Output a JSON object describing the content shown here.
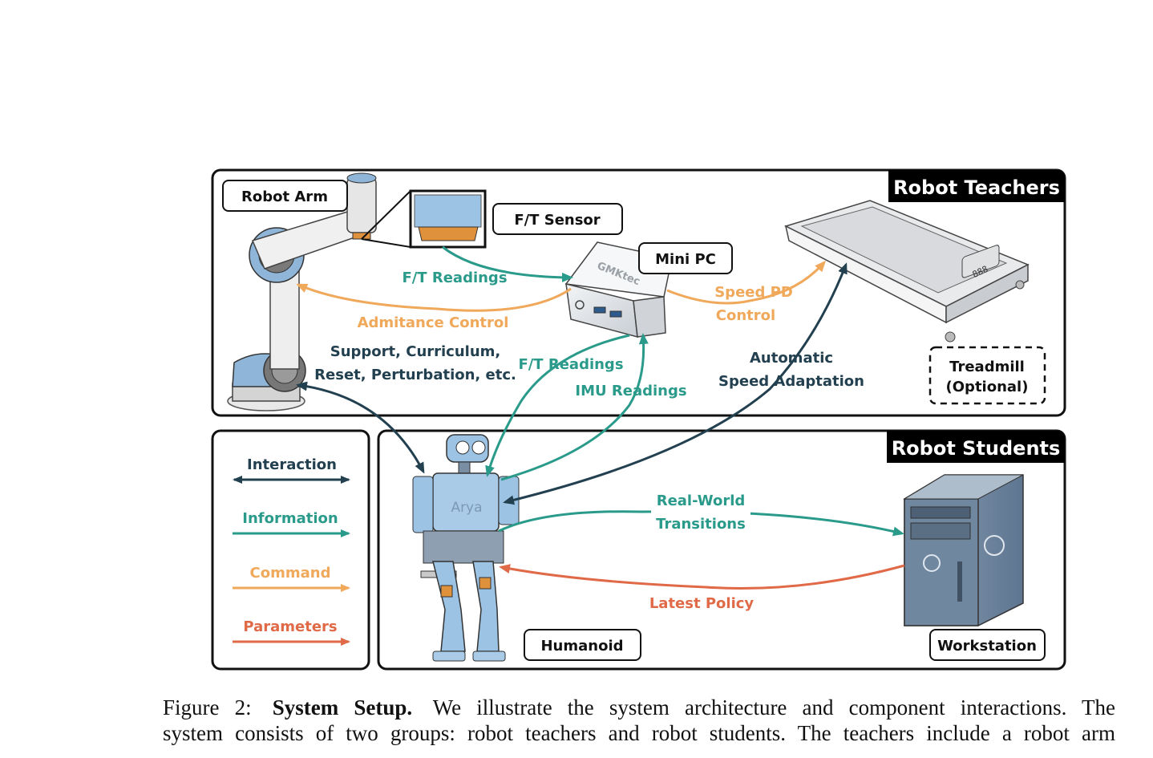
{
  "groups": {
    "teachers_title": "Robot Teachers",
    "students_title": "Robot Students"
  },
  "components": {
    "robot_arm": "Robot Arm",
    "ft_sensor": "F/T Sensor",
    "mini_pc": "Mini PC",
    "mini_pc_brand": "GMKtec",
    "treadmill_line1": "Treadmill",
    "treadmill_line2": "(Optional)",
    "treadmill_display": "888",
    "humanoid": "Humanoid",
    "humanoid_brand": "Arya",
    "workstation": "Workstation"
  },
  "edges": {
    "ft_readings_top": "F/T Readings",
    "admitance_control": "Admitance Control",
    "speed_pd_line1": "Speed PD",
    "speed_pd_line2": "Control",
    "support_line1": "Support, Curriculum,",
    "support_line2": "Reset, Perturbation, etc.",
    "ft_readings_bottom": "F/T Readings",
    "imu_readings": "IMU Readings",
    "auto_speed_line1": "Automatic",
    "auto_speed_line2": "Speed Adaptation",
    "real_world_line1": "Real-World",
    "real_world_line2": "Transitions",
    "latest_policy": "Latest Policy"
  },
  "legend": {
    "interaction": "Interaction",
    "information": "Information",
    "command": "Command",
    "parameters": "Parameters"
  },
  "colors": {
    "interaction": "#22404f",
    "information": "#2a9a8a",
    "command": "#f0a85a",
    "parameters": "#e06a48"
  },
  "caption": {
    "figure_label": "Figure 2:",
    "title": "System Setup.",
    "text_line1": "We illustrate the system architecture and component interactions. The",
    "text_line2": "system consists of two groups: robot teachers and robot students. The teachers include a robot arm"
  }
}
